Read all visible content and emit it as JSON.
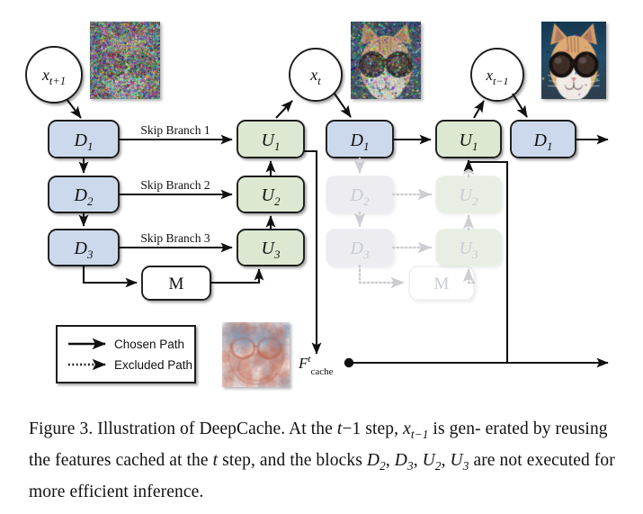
{
  "figure": {
    "caption_line1_a": "Figure 3. Illustration of DeepCache. At the ",
    "caption_t1": "t",
    "caption_minus": "−",
    "caption_one": "1",
    "caption_line1_b": " step, ",
    "caption_x": "x",
    "caption_xsub": "t−1",
    "caption_line1_c": " is gen-",
    "caption_line2_a": "erated by reusing the features cached at the ",
    "caption_t2": "t",
    "caption_line2_b": " step, and the blocks",
    "caption_line3_sym": "D",
    "caption_line3_full": "are not executed for more efficient inference.",
    "caption_blocks": [
      "D",
      "2",
      "D",
      "3",
      "U",
      "2",
      "U",
      "3"
    ]
  },
  "nodes": {
    "circle_xt1": {
      "base": "x",
      "sub": "t+1"
    },
    "circle_xt": {
      "base": "x",
      "sub": "t"
    },
    "circle_xtm1": {
      "base": "x",
      "sub": "t−1"
    }
  },
  "blocks": {
    "step1": {
      "down": [
        {
          "id": "d1",
          "base": "D",
          "sub": "1",
          "active": true
        },
        {
          "id": "d2",
          "base": "D",
          "sub": "2",
          "active": true
        },
        {
          "id": "d3",
          "base": "D",
          "sub": "3",
          "active": true
        }
      ],
      "up": [
        {
          "id": "u1",
          "base": "U",
          "sub": "1",
          "active": true
        },
        {
          "id": "u2",
          "base": "U",
          "sub": "2",
          "active": true
        },
        {
          "id": "u3",
          "base": "U",
          "sub": "3",
          "active": true
        }
      ],
      "mid": {
        "id": "m1",
        "label": "M",
        "active": true
      }
    },
    "step2": {
      "down": [
        {
          "id": "d1b",
          "base": "D",
          "sub": "1",
          "active": true
        },
        {
          "id": "d2b",
          "base": "D",
          "sub": "2",
          "active": false
        },
        {
          "id": "d3b",
          "base": "D",
          "sub": "3",
          "active": false
        }
      ],
      "up": [
        {
          "id": "u1b",
          "base": "U",
          "sub": "1",
          "active": true
        },
        {
          "id": "u2b",
          "base": "U",
          "sub": "2",
          "active": false
        },
        {
          "id": "u3b",
          "base": "U",
          "sub": "3",
          "active": false
        }
      ],
      "mid": {
        "id": "m2",
        "label": "M",
        "active": false
      },
      "tail": {
        "id": "d1c",
        "base": "D",
        "sub": "1",
        "active": true
      }
    }
  },
  "edge_labels": {
    "skip1": "Skip Branch 1",
    "skip2": "Skip Branch 2",
    "skip3": "Skip Branch 3"
  },
  "cache_label": {
    "base": "F",
    "sup": "t",
    "sub": "cache"
  },
  "legend": {
    "chosen": "Chosen Path",
    "excluded": "Excluded Path"
  },
  "colors": {
    "down_block_fill": "#ccd9ec",
    "down_block_stroke": "#1b1b1b",
    "up_block_fill": "#dde8d2",
    "up_block_stroke": "#1b1b1b",
    "mid_block_fill": "#ffffff",
    "faded_down_fill": "#ececf1",
    "faded_up_fill": "#e9eee4",
    "faded_text": "#c9ccd4",
    "arrow": "#101010",
    "excluded_arrow": "#cfcfcf"
  },
  "thumbnails": {
    "noisy_x_t1": "noisy-cat-sunglasses-thumbnail",
    "mid_noise_x_t": "partially-denoised-cat-sunglasses-thumbnail",
    "clean_x_tm1": "clean-cat-sunglasses-thumbnail",
    "feature_map": "cached-feature-map-thumbnail"
  }
}
